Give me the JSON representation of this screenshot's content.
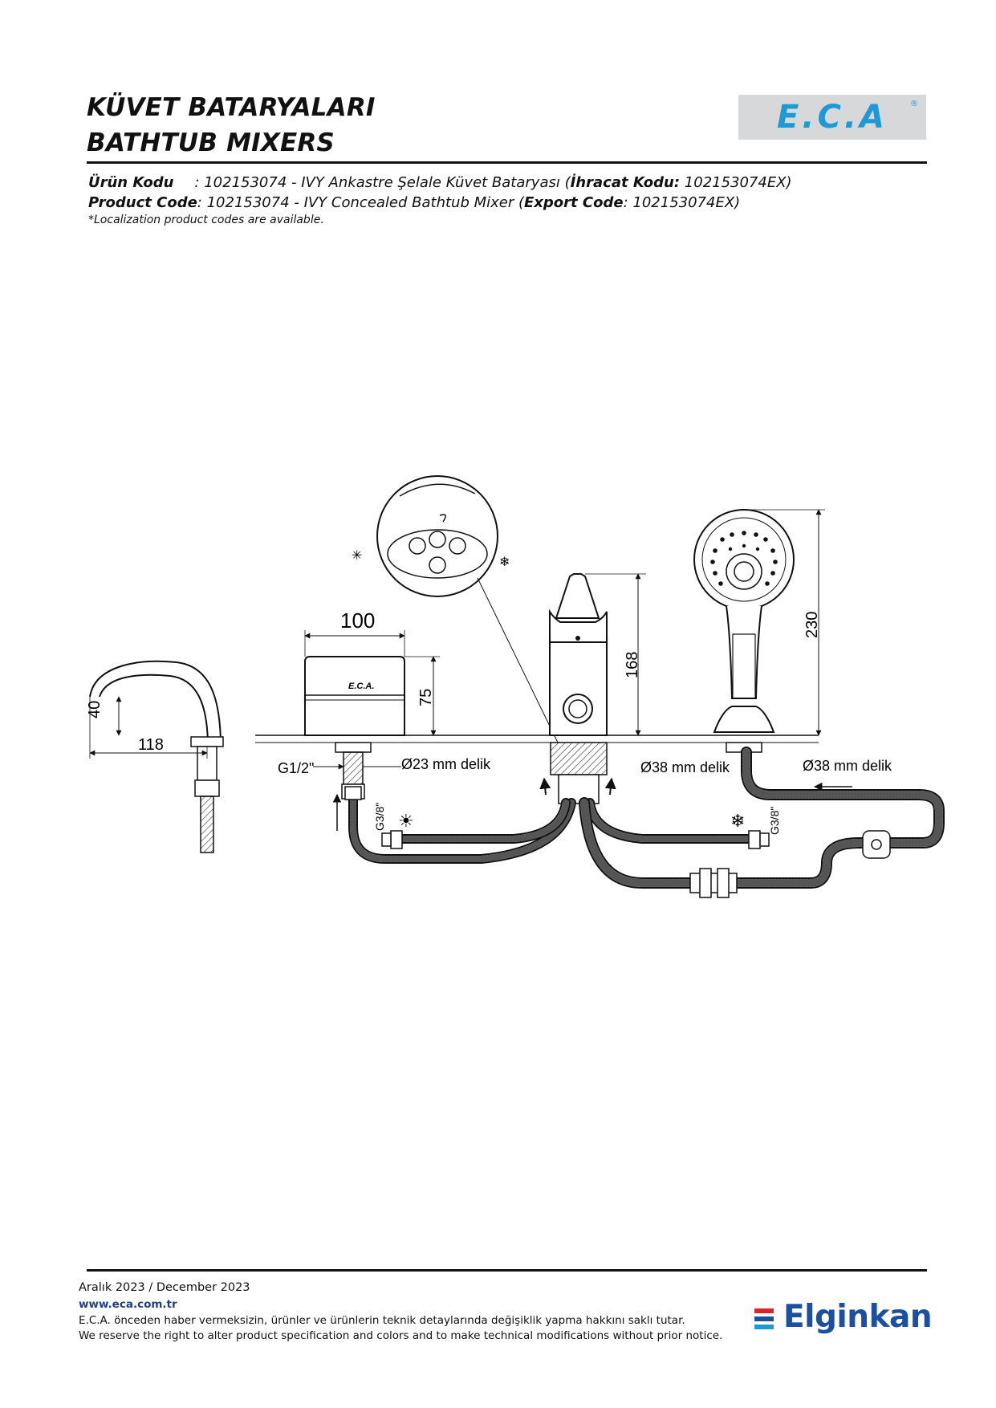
{
  "header": {
    "title_tr": "KÜVET BATARYALARI",
    "title_en": "BATHTUB MIXERS",
    "logo": "E.C.A",
    "logo_mark": "®"
  },
  "product": {
    "tr_label": "Ürün Kodu",
    "tr_value": ": 102153074 - IVY Ankastre Şelale Küvet Bataryası (",
    "tr_export_label": "İhracat Kodu:",
    "tr_export_value": " 102153074EX)",
    "en_label": "Product Code",
    "en_value": ": 102153074 - IVY Concealed Bathtub Mixer (",
    "en_export_label": "Export Code",
    "en_export_value": ": 102153074EX)",
    "note": "*Localization product codes are available."
  },
  "drawing": {
    "dim_100": "100",
    "dim_75": "75",
    "dim_40": "40",
    "dim_118": "118",
    "dim_168": "168",
    "dim_230": "230",
    "thread_g12": "G1/2\"",
    "thread_g38_left": "G3/8\"",
    "thread_g38_right": "G3/8\"",
    "hole_23": "Ø23 mm delik",
    "hole_38_center": "Ø38 mm delik",
    "hole_38_right": "Ø38 mm delik",
    "box_logo": "E.C.A."
  },
  "footer": {
    "date": "Aralık 2023 / December 2023",
    "website": "www.eca.com.tr",
    "disclaimer_tr": "E.C.A. önceden haber vermeksizin, ürünler ve ürünlerin teknik detaylarında değişiklik yapma hakkını saklı tutar.",
    "disclaimer_en": "We reserve the right to alter product specification and colors and to make technical modifications without prior notice.",
    "brand": "Elginkan",
    "brand_colors": [
      "#d7262e",
      "#1d4fa0",
      "#1d9ad6"
    ]
  }
}
